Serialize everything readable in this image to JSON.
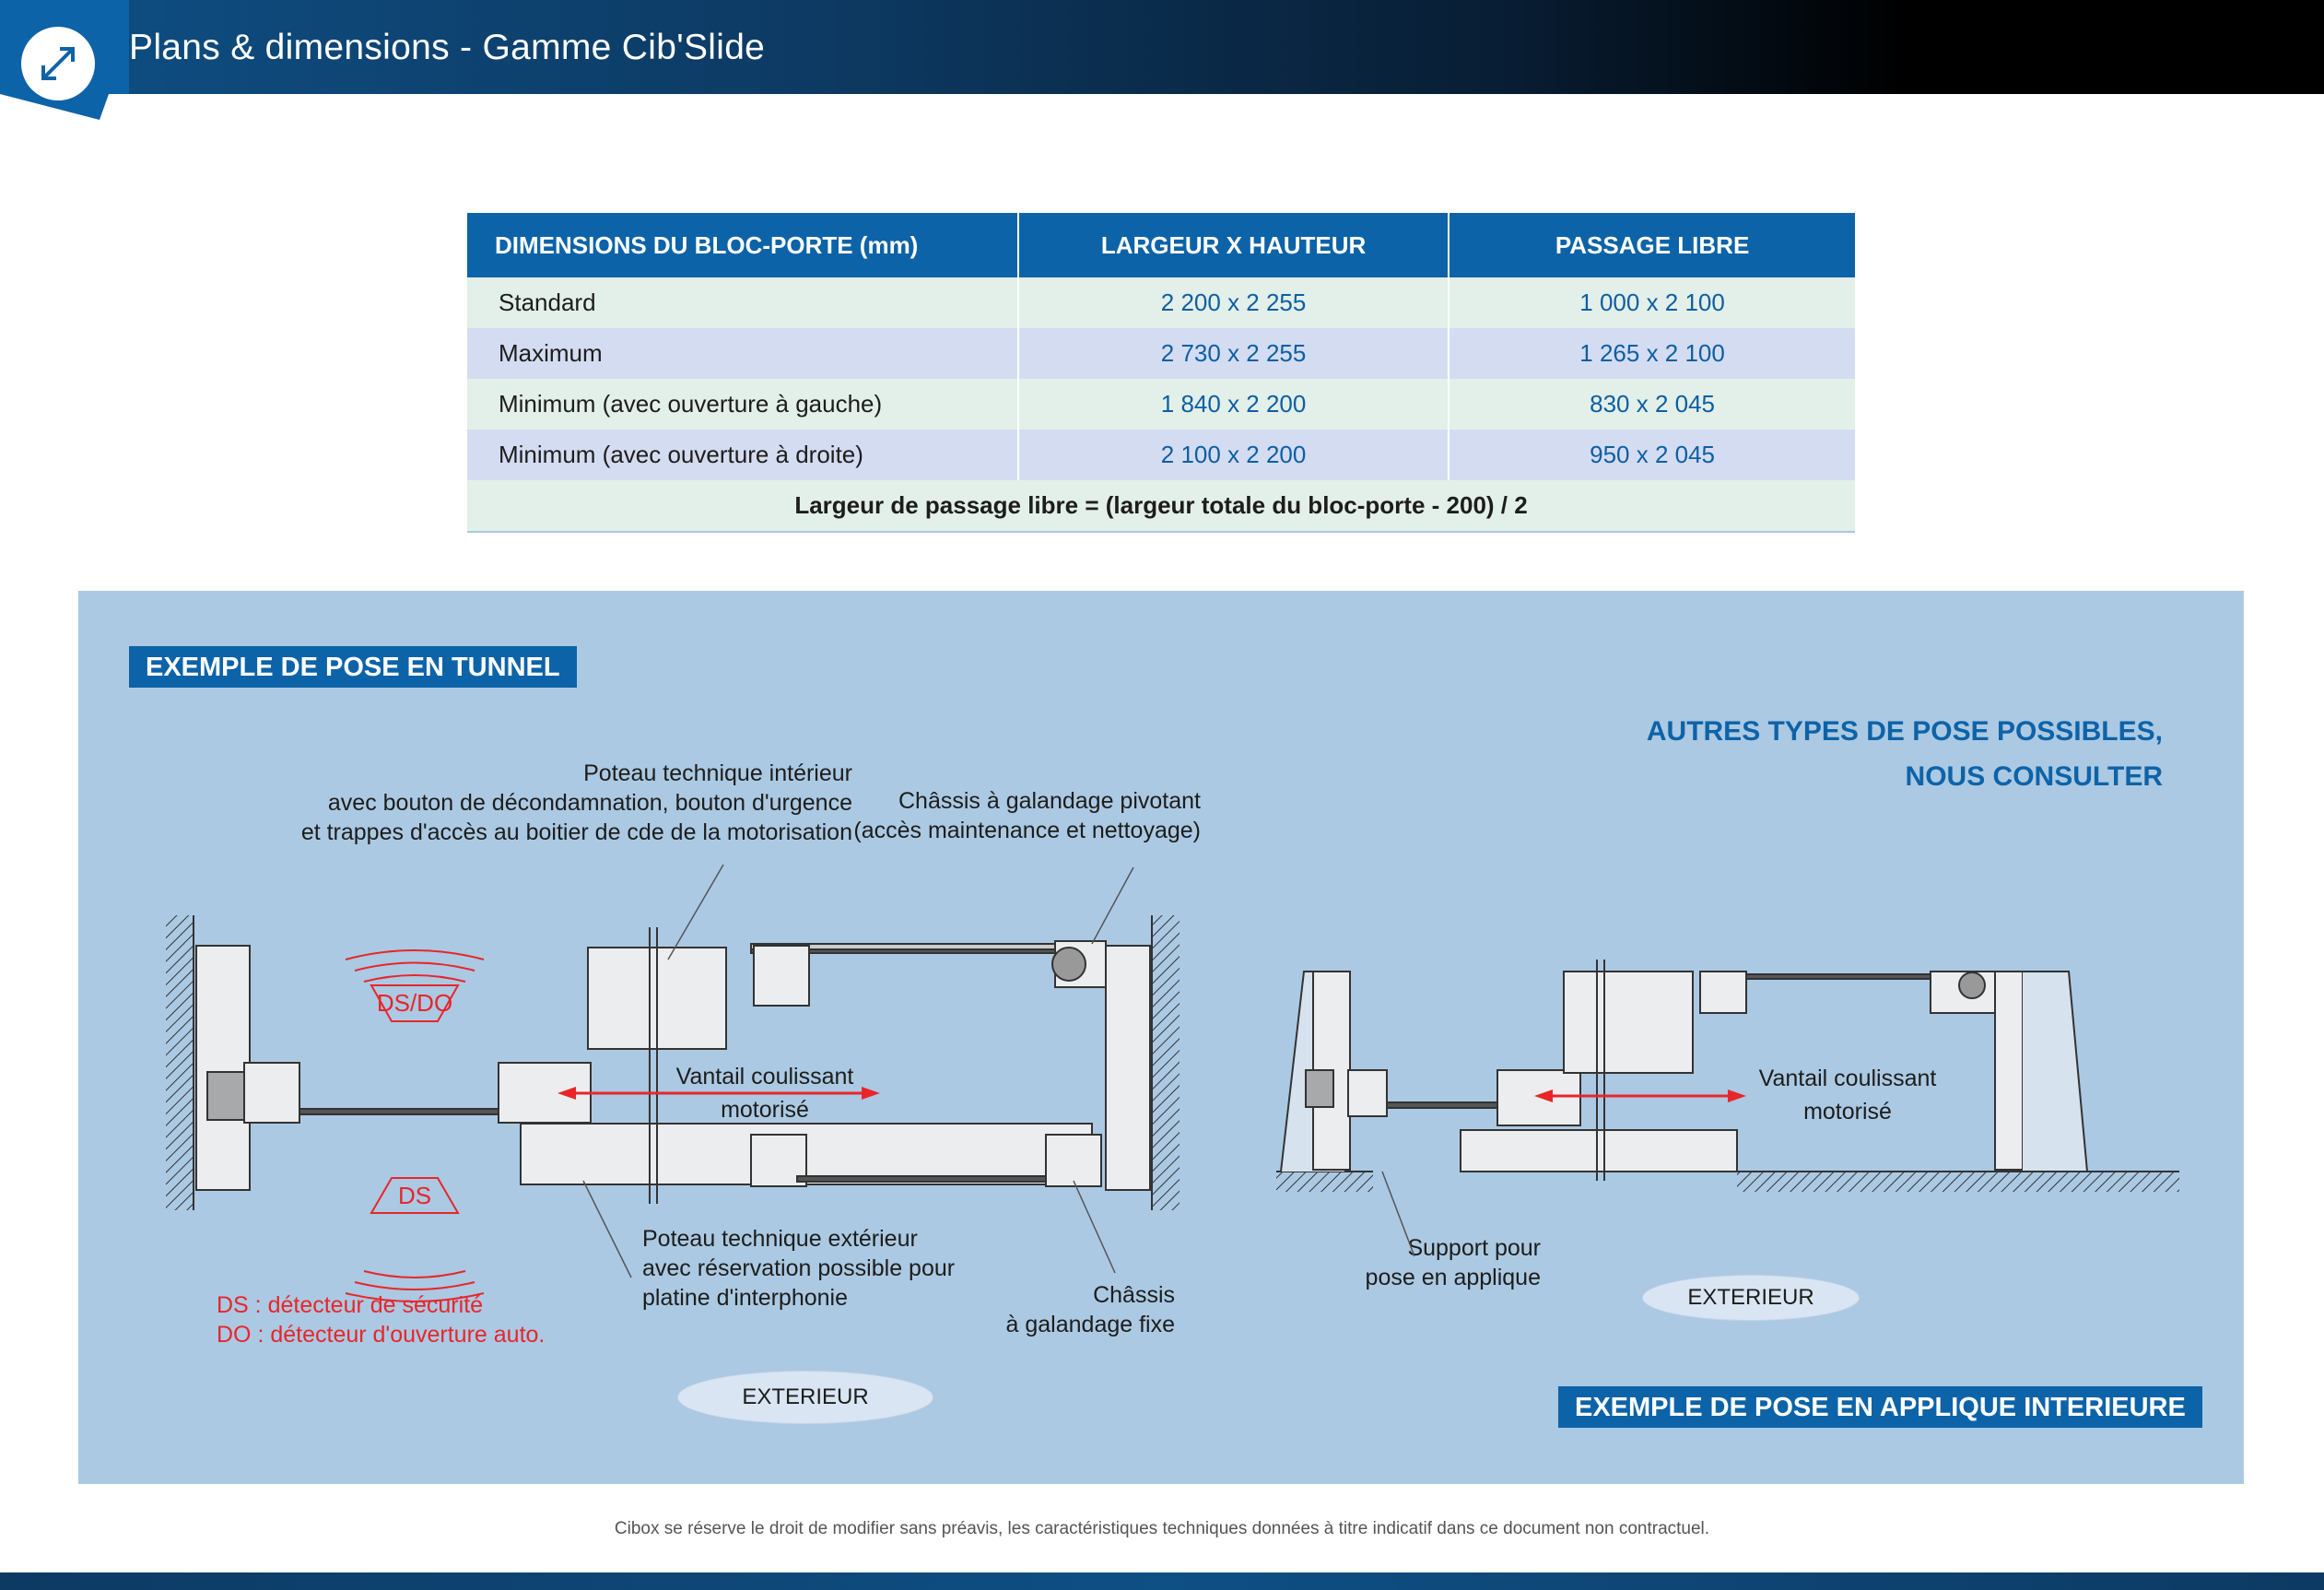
{
  "header": {
    "title": "Plans & dimensions - Gamme Cib'Slide",
    "icon": "resize-arrows-icon"
  },
  "table": {
    "columns": [
      "DIMENSIONS DU BLOC-PORTE (mm)",
      "LARGEUR X HAUTEUR",
      "PASSAGE LIBRE"
    ],
    "rows": [
      {
        "label": "Standard",
        "size": "2 200 x 2 255",
        "passage": "1 000 x 2 100"
      },
      {
        "label": "Maximum",
        "size": "2 730 x 2 255",
        "passage": "1 265 x 2 100"
      },
      {
        "label": "Minimum (avec ouverture à gauche)",
        "size": "1 840 x 2 200",
        "passage": "830 x 2 045"
      },
      {
        "label": "Minimum (avec ouverture à droite)",
        "size": "2 100 x 2 200",
        "passage": "950 x 2 045"
      }
    ],
    "footer": "Largeur de passage libre = (largeur totale du bloc-porte - 200) / 2"
  },
  "tunnel": {
    "title": "EXEMPLE DE POSE EN TUNNEL",
    "poteau_interieur": [
      "Poteau technique intérieur",
      "avec bouton de décondamnation, bouton d'urgence",
      "et trappes d'accès au boitier de cde de la motorisation"
    ],
    "chassis_pivotant": [
      "Châssis à galandage pivotant",
      "(accès maintenance et nettoyage)"
    ],
    "vantail": [
      "Vantail coulissant",
      "motorisé"
    ],
    "poteau_exterieur": [
      "Poteau technique extérieur",
      "avec réservation possible pour",
      "platine d'interphonie"
    ],
    "chassis_fixe": [
      "Châssis",
      "à galandage fixe"
    ],
    "ds_do_label": "DS/DO",
    "ds_label": "DS",
    "legend": [
      "DS : détecteur de sécurité",
      "DO : détecteur d'ouverture auto."
    ],
    "exterieur": "EXTERIEUR"
  },
  "applique": {
    "autres": [
      "AUTRES TYPES DE POSE POSSIBLES,",
      "NOUS CONSULTER"
    ],
    "vantail": [
      "Vantail coulissant",
      "motorisé"
    ],
    "support": [
      "Support pour",
      "pose en applique"
    ],
    "exterieur": "EXTERIEUR",
    "title": "EXEMPLE DE POSE EN APPLIQUE INTERIEURE"
  },
  "colors": {
    "brand_blue": "#0d63a8",
    "panel_blue": "#abc9e3",
    "arrow_red": "#e8262a"
  },
  "footer": {
    "note": "Cibox se réserve le droit de modifier sans préavis, les caractéristiques techniques données à titre indicatif dans ce document non contractuel."
  }
}
